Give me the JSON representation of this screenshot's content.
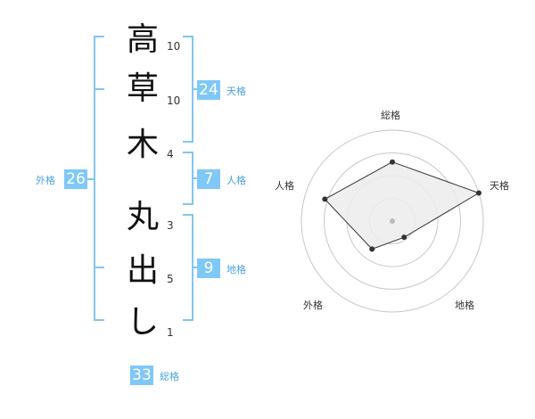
{
  "characters": [
    {
      "char": "高",
      "strokes": "10"
    },
    {
      "char": "草",
      "strokes": "10"
    },
    {
      "char": "木",
      "strokes": "4"
    },
    {
      "char": "丸",
      "strokes": "3"
    },
    {
      "char": "出",
      "strokes": "5"
    },
    {
      "char": "し",
      "strokes": "1"
    }
  ],
  "kakusu": {
    "tenkaku": {
      "value": "24",
      "label": "天格"
    },
    "jinkaku": {
      "value": "7",
      "label": "人格"
    },
    "chikaku": {
      "value": "9",
      "label": "地格"
    },
    "gaikaku": {
      "value": "26",
      "label": "外格"
    },
    "soukaku": {
      "value": "33",
      "label": "総格"
    }
  },
  "radar": {
    "labels": {
      "top": "総格",
      "right": "天格",
      "bottom_right": "地格",
      "bottom_left": "外格",
      "left": "人格"
    },
    "rings": 4,
    "levels": [
      0.65,
      1.0,
      0.22,
      0.38,
      0.78
    ],
    "colors": {
      "ring": "#c8c8c8",
      "fill": "#ececec",
      "stroke": "#333333",
      "point": "#333333",
      "center": "#bbbbbb"
    }
  }
}
